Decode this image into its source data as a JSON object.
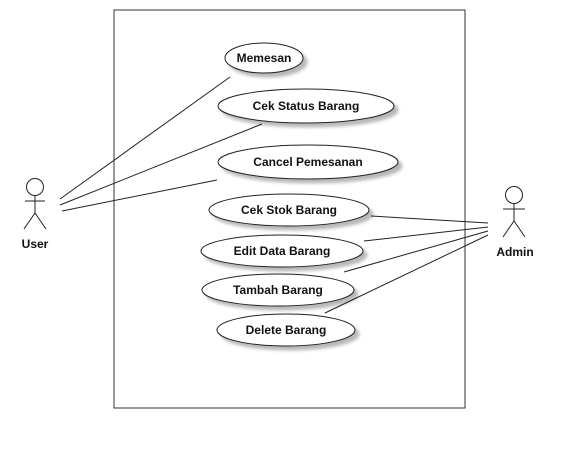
{
  "actors": [
    {
      "id": "user",
      "label": "User"
    },
    {
      "id": "admin",
      "label": "Admin"
    }
  ],
  "use_cases": [
    {
      "id": "memesan",
      "label": "Memesan"
    },
    {
      "id": "cek-status",
      "label": "Cek Status Barang"
    },
    {
      "id": "cancel",
      "label": "Cancel Pemesanan"
    },
    {
      "id": "cek-stok",
      "label": "Cek Stok Barang"
    },
    {
      "id": "edit",
      "label": "Edit Data Barang"
    },
    {
      "id": "tambah",
      "label": "Tambah Barang"
    },
    {
      "id": "delete",
      "label": "Delete Barang"
    }
  ],
  "associations": [
    {
      "actor": "user",
      "use_case": "memesan"
    },
    {
      "actor": "user",
      "use_case": "cek-status"
    },
    {
      "actor": "user",
      "use_case": "cancel"
    },
    {
      "actor": "admin",
      "use_case": "cek-stok"
    },
    {
      "actor": "admin",
      "use_case": "edit"
    },
    {
      "actor": "admin",
      "use_case": "tambah"
    },
    {
      "actor": "admin",
      "use_case": "delete"
    }
  ]
}
